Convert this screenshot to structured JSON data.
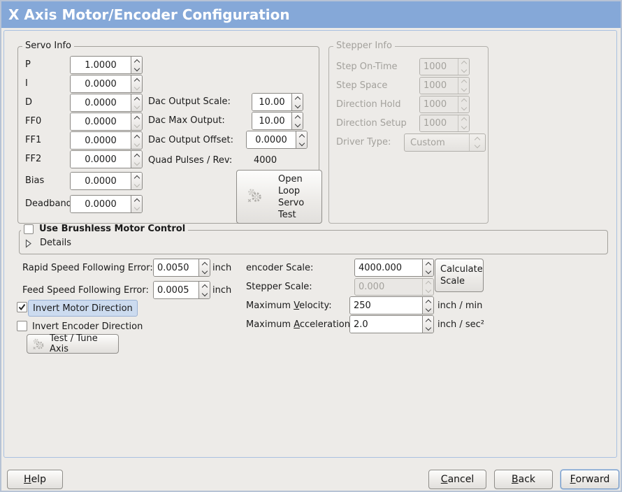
{
  "window": {
    "title": "X Axis Motor/Encoder Configuration"
  },
  "colors": {
    "titlebar": "#85a8d8",
    "focus_highlight": "#ccdbef",
    "window_bg": "#edebe8",
    "content_frame_border": "#a9c1e0"
  },
  "servo_info": {
    "legend": "Servo Info",
    "rows": [
      {
        "label": "P",
        "value": "1.0000",
        "down_dim": false
      },
      {
        "label": "I",
        "value": "0.0000",
        "down_dim": true
      },
      {
        "label": "D",
        "value": "0.0000",
        "down_dim": true
      },
      {
        "label": "FF0",
        "value": "0.0000",
        "down_dim": true
      },
      {
        "label": "FF1",
        "value": "0.0000",
        "down_dim": true
      },
      {
        "label": "FF2",
        "value": "0.0000",
        "down_dim": true
      },
      {
        "label": "Bias",
        "value": "0.0000",
        "down_dim": true
      },
      {
        "label": "Deadband",
        "value": "0.0000",
        "down_dim": true
      }
    ],
    "dac": [
      {
        "label": "Dac Output Scale:",
        "value": "10.00"
      },
      {
        "label": "Dac Max Output:",
        "value": "10.00"
      },
      {
        "label": "Dac Output Offset:",
        "value": "0.0000"
      }
    ],
    "quad_label": "Quad Pulses / Rev:",
    "quad_value": "4000",
    "open_loop_button": {
      "line1": "Open",
      "line2": "Loop",
      "line3": "Servo",
      "line4": "Test"
    }
  },
  "stepper_info": {
    "legend": "Stepper Info",
    "rows": [
      {
        "label": "Step On-Time",
        "value": "1000"
      },
      {
        "label": "Step Space",
        "value": "1000"
      },
      {
        "label": "Direction Hold",
        "value": "1000"
      },
      {
        "label": "Direction Setup",
        "value": "1000"
      }
    ],
    "driver_type": {
      "label": "Driver Type:",
      "value": "Custom"
    }
  },
  "brushless": {
    "checkbox_label": "Use Brushless Motor Control",
    "checked": false,
    "details_label": "Details",
    "expanded": false
  },
  "following_error": {
    "rapid": {
      "label": "Rapid Speed Following Error:",
      "value": "0.0050",
      "unit": "inch"
    },
    "feed": {
      "label": "Feed Speed Following Error:",
      "value": "0.0005",
      "unit": "inch"
    }
  },
  "direction": {
    "invert_motor": {
      "label": "Invert Motor Direction",
      "checked": true
    },
    "invert_encoder": {
      "label": "Invert Encoder Direction",
      "checked": false
    }
  },
  "test_tune_button": {
    "label": "Test / Tune Axis"
  },
  "scales": {
    "encoder": {
      "label": "encoder Scale:",
      "value": "4000.000"
    },
    "stepper": {
      "label": "Stepper Scale:",
      "value": "0.000",
      "disabled": true
    },
    "calculate_button": {
      "line1": "Calculate",
      "line2": "Scale"
    },
    "velocity": {
      "prefix": "Maximum ",
      "m": "V",
      "rest": "elocity:",
      "value": "250",
      "unit": "inch / min"
    },
    "acceleration": {
      "prefix": "Maximum ",
      "m": "A",
      "rest": "cceleration:",
      "value": "2.0",
      "unit": "inch / sec²"
    }
  },
  "buttons": {
    "help": {
      "m": "H",
      "rest": "elp"
    },
    "cancel": {
      "m": "C",
      "rest": "ancel"
    },
    "back": {
      "m": "B",
      "rest": "ack"
    },
    "forward": {
      "m": "F",
      "rest": "orward"
    }
  }
}
